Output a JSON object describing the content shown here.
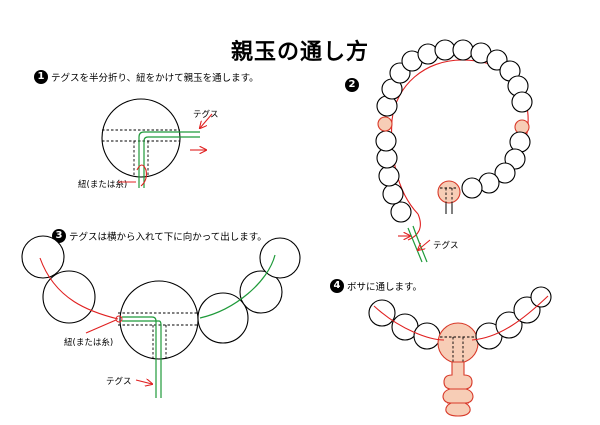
{
  "title": "親玉の通し方",
  "steps": [
    {
      "num": "1",
      "text": "テグスを半分折り、紐をかけて親玉を通します。"
    },
    {
      "num": "2",
      "text": ""
    },
    {
      "num": "3",
      "text": "テグスは横から入れて下に向かって出します。"
    },
    {
      "num": "4",
      "text": "ボサに通します。"
    }
  ],
  "labels": {
    "s1_tegusu": "テグス",
    "s1_himo": "紐(または糸)",
    "s2_tegusu": "テグス",
    "s3_himo": "紐(または糸)",
    "s3_tegusu": "テグス"
  },
  "colors": {
    "string": "#e02020",
    "tegusu": "#1f9a3a",
    "accent_bead": "#f7cdb6"
  }
}
